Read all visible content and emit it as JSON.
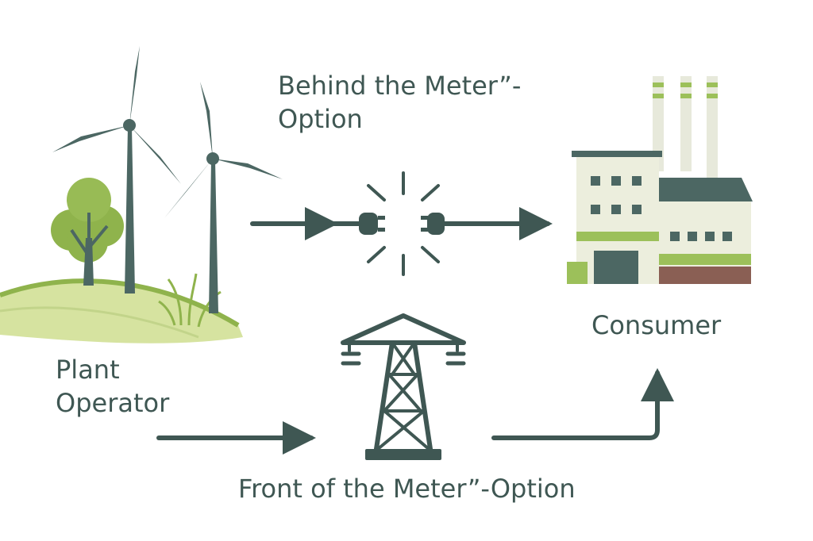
{
  "diagram": {
    "behind_label": "Behind the Meter”-Option",
    "plant_label": "Plant Operator",
    "consumer_label": "Consumer",
    "front_label": "Front of the Meter”-Option"
  },
  "colors": {
    "ink": "#3f5753",
    "accent_green": "#9cc05a",
    "hill_green": "#d6e3a0",
    "tree_green": "#8fb34c",
    "building": "#eceedd",
    "roof": "#4c6763",
    "brick": "#8a5f54"
  }
}
